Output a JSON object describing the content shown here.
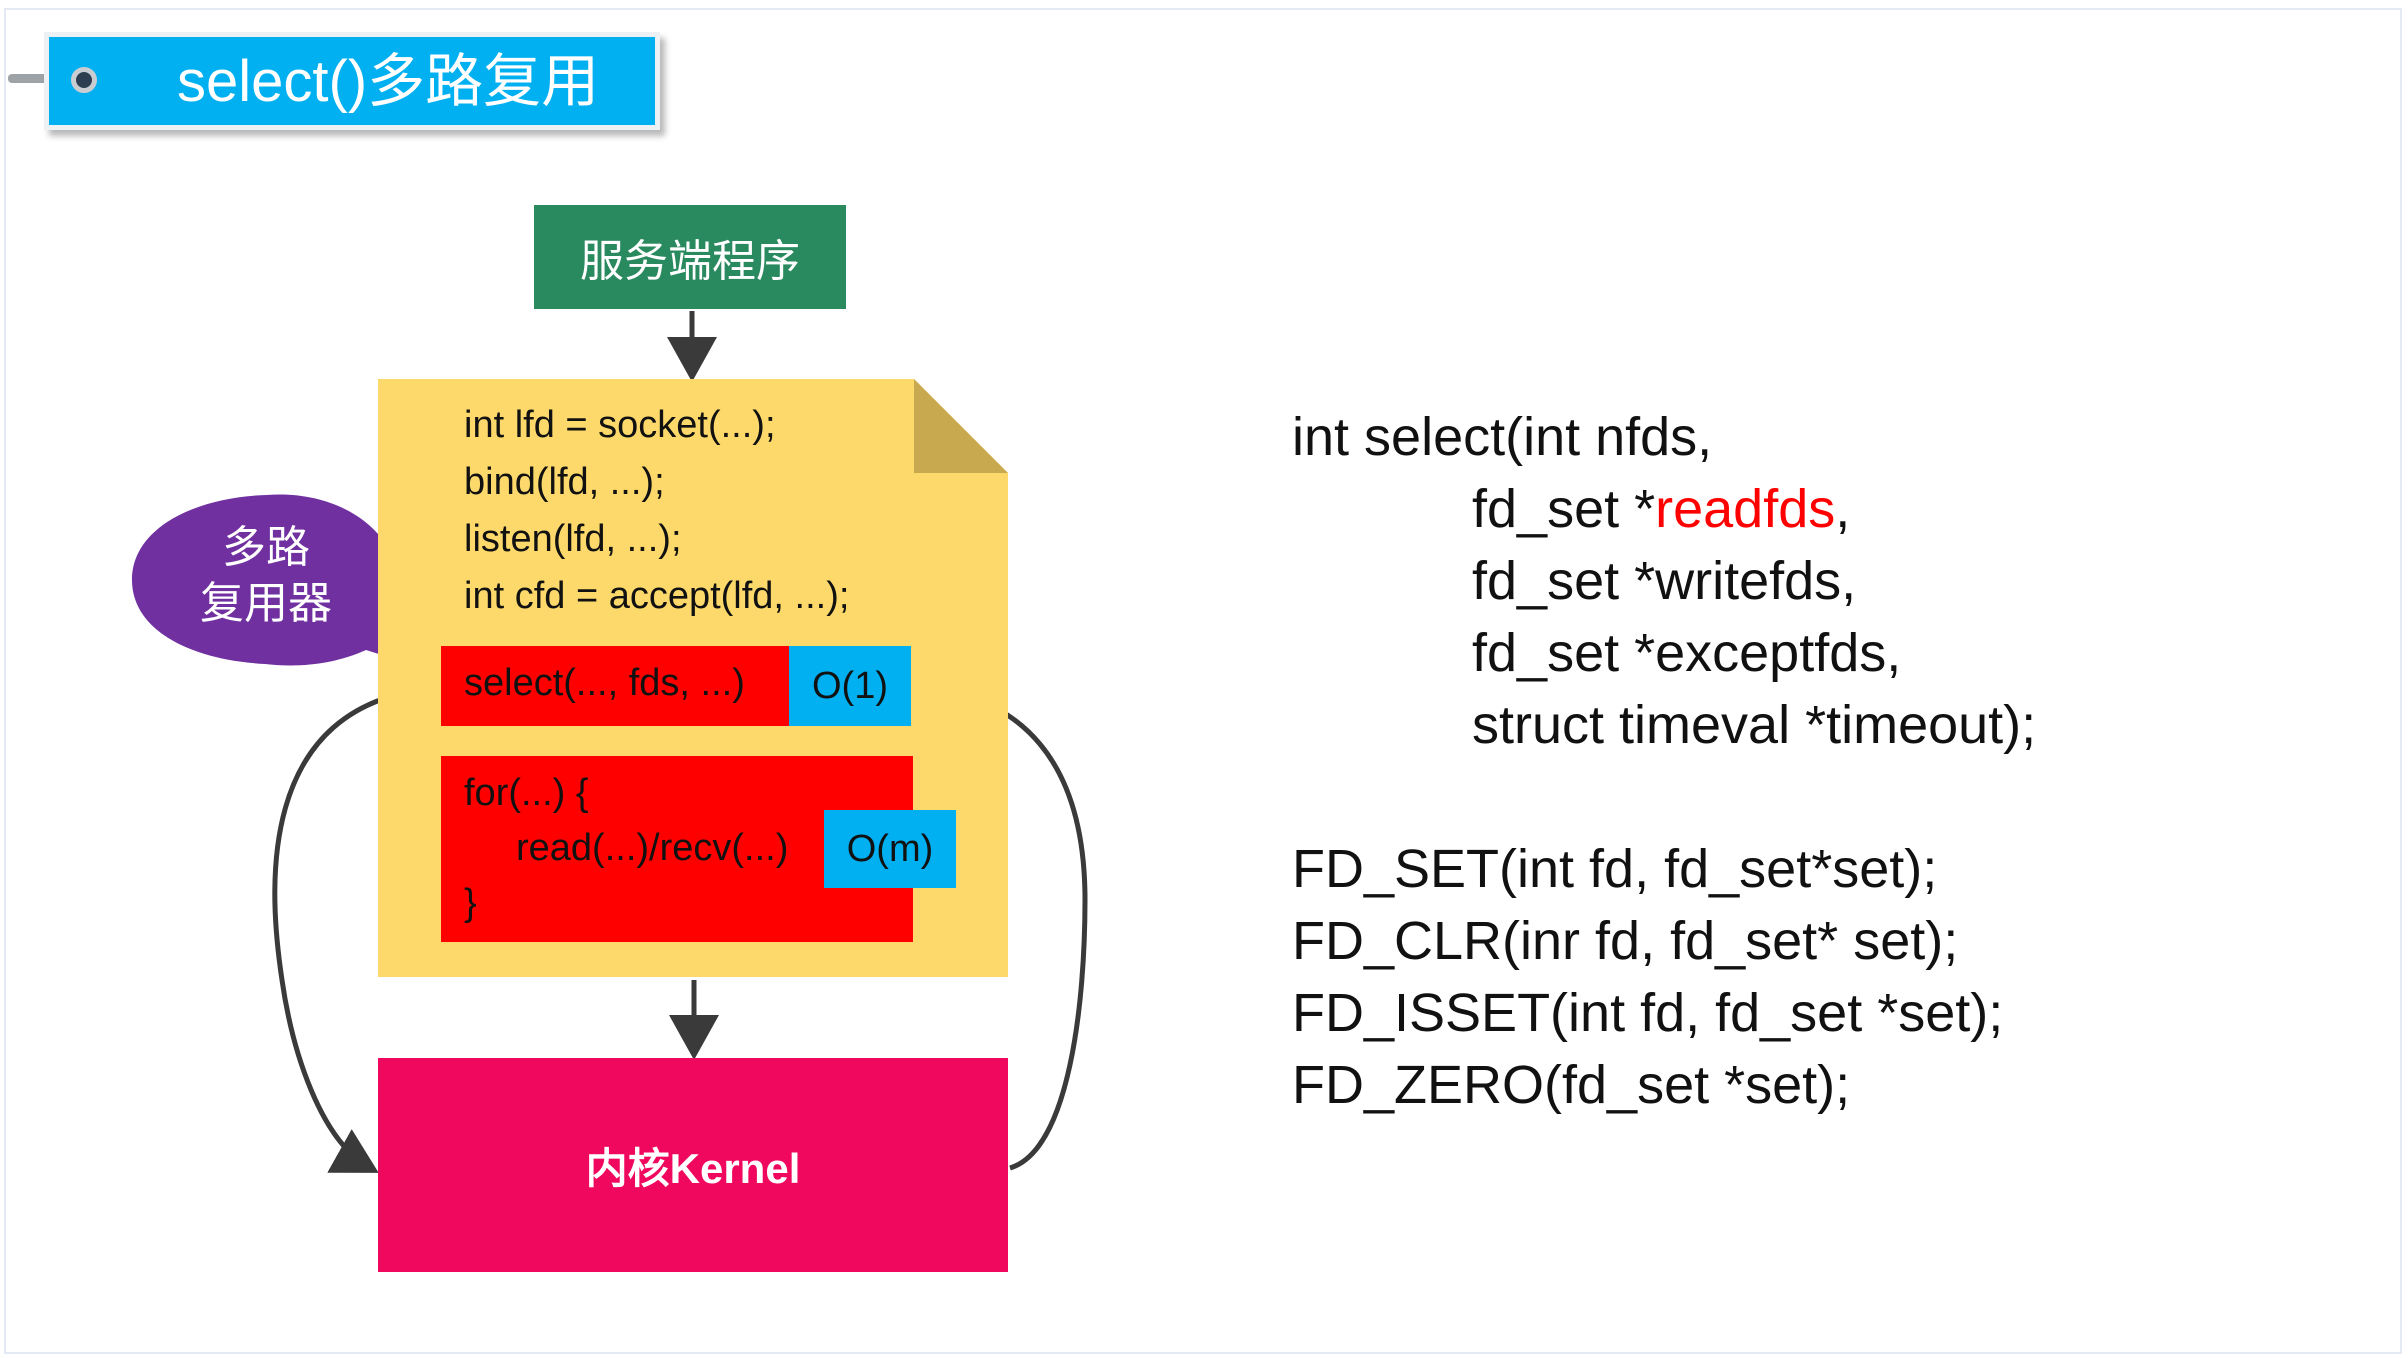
{
  "title": "select()多路复用",
  "diagram": {
    "server_label": "服务端程序",
    "code_lines": [
      "int lfd = socket(...);",
      "bind(lfd, ...);",
      "listen(lfd, ...);",
      "int cfd = accept(lfd, ...);"
    ],
    "select_call": "select(..., fds, ...)",
    "select_cost": "O(1)",
    "loop_lines": [
      "for(...) {",
      "read(...)/recv(...)",
      "}"
    ],
    "loop_cost": "O(m)",
    "bubble_label": [
      "多路",
      "复用器"
    ],
    "kernel_label": "内核Kernel"
  },
  "signature": {
    "line1": "int select(int nfds,",
    "line2_prefix": "fd_set *",
    "line2_highlight": "readfds",
    "line2_suffix": ",",
    "line3": "fd_set *writefds,",
    "line4": "fd_set *exceptfds,",
    "line5": "struct timeval *timeout);"
  },
  "macros": [
    "FD_SET(int fd, fd_set*set);",
    "FD_CLR(inr fd, fd_set* set);",
    "FD_ISSET(int fd, fd_set *set);",
    "FD_ZERO(fd_set *set);"
  ],
  "colors": {
    "title_bg": "#00b0f0",
    "server_bg": "#2a8a5f",
    "note_bg": "#fcd96a",
    "code_block_bg": "#ff0000",
    "cost_bg": "#00b0f0",
    "kernel_bg": "#f0085f",
    "bubble_bg": "#7030a0",
    "highlight_text": "#ff0000"
  }
}
